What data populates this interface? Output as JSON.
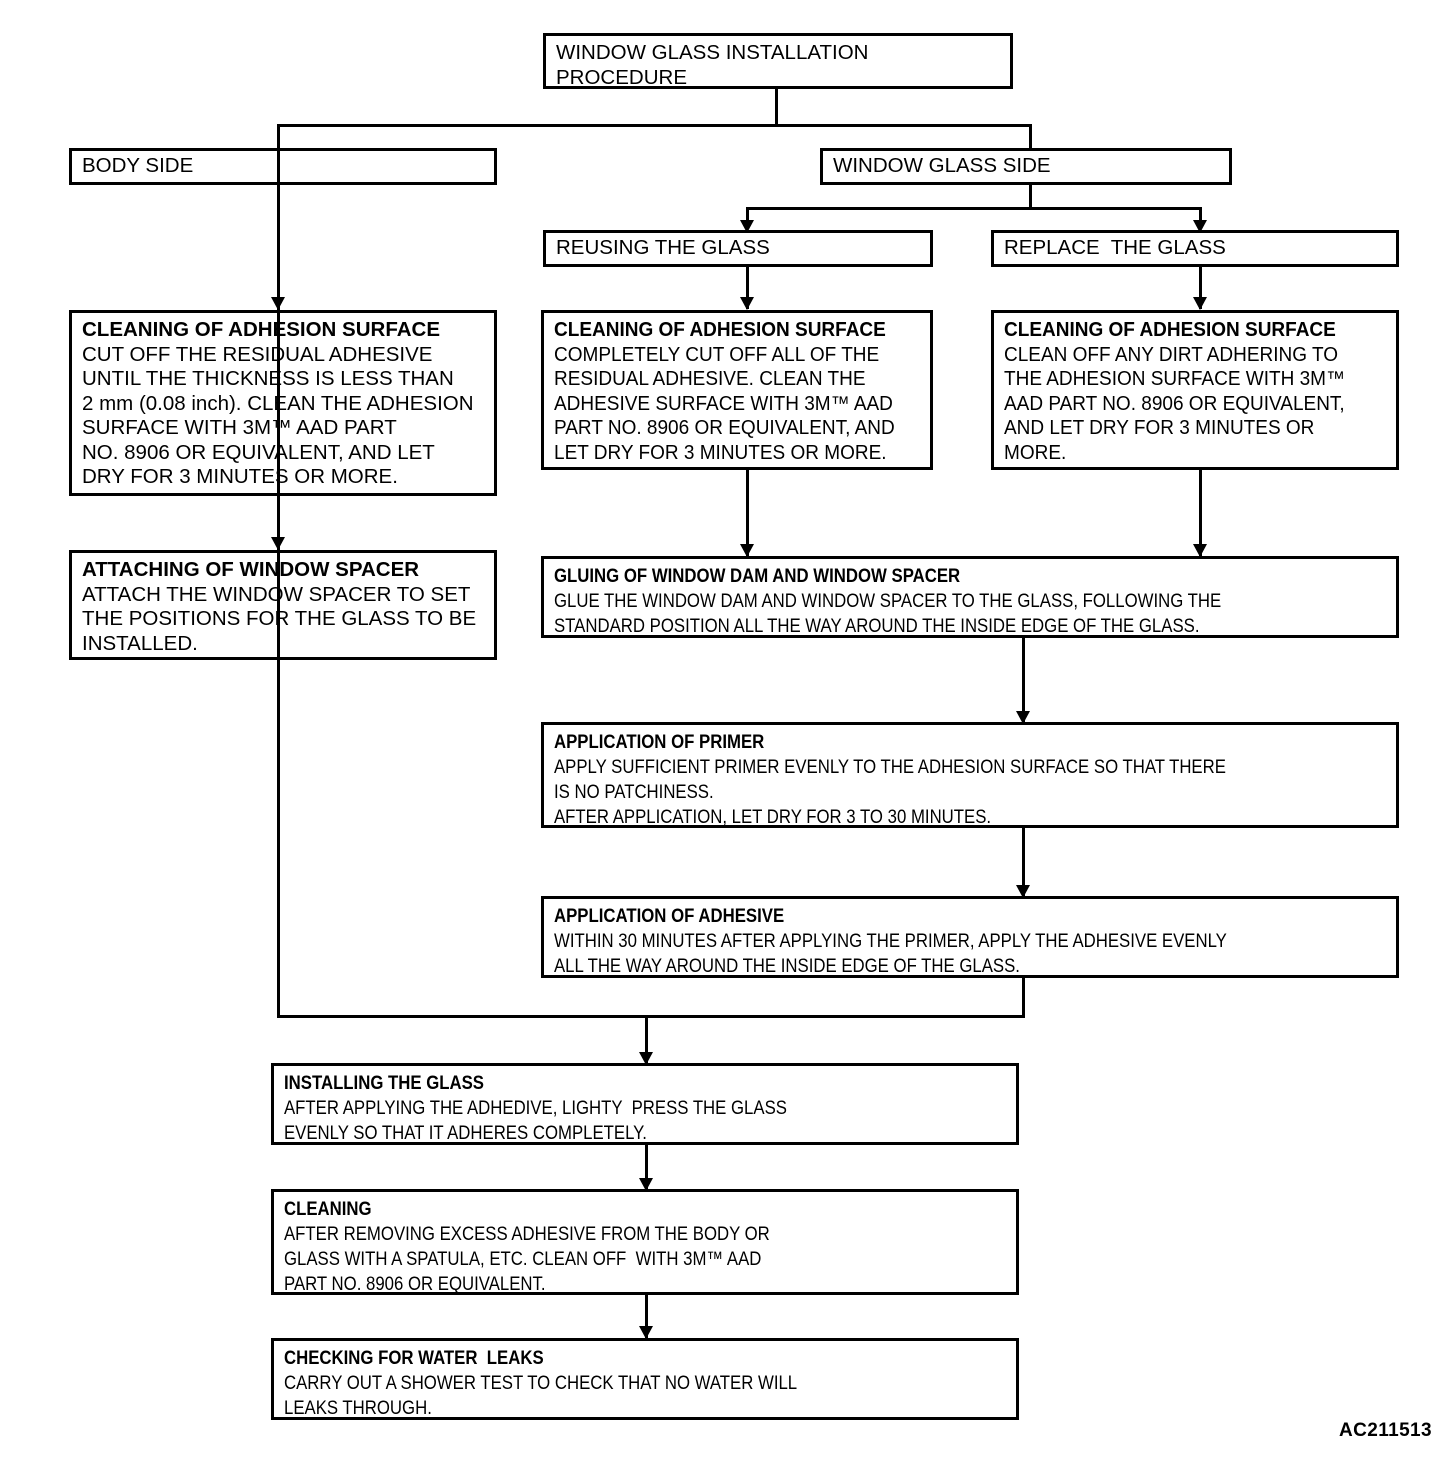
{
  "diagram": {
    "type": "flowchart",
    "title": "WINDOW GLASS INSTALLATION PROCEDURE",
    "reference_code": "AC211513",
    "nodes": {
      "root": {
        "label": "WINDOW GLASS INSTALLATION\nPROCEDURE"
      },
      "body_side": {
        "label": "BODY SIDE"
      },
      "window_glass_side": {
        "label": "WINDOW GLASS SIDE"
      },
      "reusing_glass": {
        "label": "REUSING THE GLASS"
      },
      "replace_glass": {
        "label": "REPLACE  THE GLASS"
      },
      "clean_body": {
        "title": "CLEANING OF ADHESION SURFACE",
        "text": "CUT OFF THE RESIDUAL ADHESIVE\nUNTIL THE THICKNESS IS LESS THAN\n2 mm (0.08 inch). CLEAN THE ADHESION\nSURFACE WITH 3M™ AAD PART\nNO. 8906 OR EQUIVALENT, AND LET\nDRY FOR 3 MINUTES OR MORE."
      },
      "clean_reuse": {
        "title": "CLEANING OF ADHESION SURFACE",
        "text": "COMPLETELY CUT OFF ALL OF THE\nRESIDUAL ADHESIVE. CLEAN THE\nADHESIVE SURFACE WITH 3M™ AAD\nPART NO. 8906 OR EQUIVALENT, AND\nLET DRY FOR 3 MINUTES OR MORE."
      },
      "clean_replace": {
        "title": "CLEANING OF ADHESION SURFACE",
        "text": "CLEAN OFF ANY DIRT ADHERING TO\nTHE ADHESION SURFACE WITH 3M™\nAAD PART NO. 8906 OR EQUIVALENT,\nAND LET DRY FOR 3 MINUTES OR\nMORE."
      },
      "attach_spacer": {
        "title": "ATTACHING OF WINDOW SPACER",
        "text": "ATTACH THE WINDOW SPACER TO SET\nTHE POSITIONS FOR THE GLASS TO BE\nINSTALLED."
      },
      "gluing": {
        "title": "GLUING OF WINDOW DAM AND WINDOW SPACER",
        "text": "GLUE THE WINDOW DAM AND WINDOW SPACER TO THE GLASS, FOLLOWING THE\nSTANDARD POSITION ALL THE WAY AROUND THE INSIDE EDGE OF THE GLASS."
      },
      "primer": {
        "title": "APPLICATION OF PRIMER",
        "text": "APPLY SUFFICIENT PRIMER EVENLY TO THE ADHESION SURFACE SO THAT THERE\nIS NO PATCHINESS.\nAFTER APPLICATION, LET DRY FOR 3 TO 30 MINUTES."
      },
      "adhesive": {
        "title": "APPLICATION OF ADHESIVE",
        "text": "WITHIN 30 MINUTES AFTER APPLYING THE PRIMER, APPLY THE ADHESIVE EVENLY\nALL THE WAY AROUND THE INSIDE EDGE OF THE GLASS."
      },
      "installing": {
        "title": "INSTALLING THE GLASS",
        "text": "AFTER APPLYING THE ADHEDIVE, LIGHTY  PRESS THE GLASS\nEVENLY SO THAT IT ADHERES COMPLETELY."
      },
      "cleaning": {
        "title": "CLEANING",
        "text": "AFTER REMOVING EXCESS ADHESIVE FROM THE BODY OR\nGLASS WITH A SPATULA, ETC. CLEAN OFF  WITH 3M™ AAD\nPART NO. 8906 OR EQUIVALENT."
      },
      "water_leaks": {
        "title": "CHECKING FOR WATER  LEAKS",
        "text": "CARRY OUT A SHOWER TEST TO CHECK THAT NO WATER WILL\nLEAKS THROUGH."
      }
    },
    "colors": {
      "line": "#000000",
      "background": "#ffffff",
      "text": "#000000"
    }
  }
}
